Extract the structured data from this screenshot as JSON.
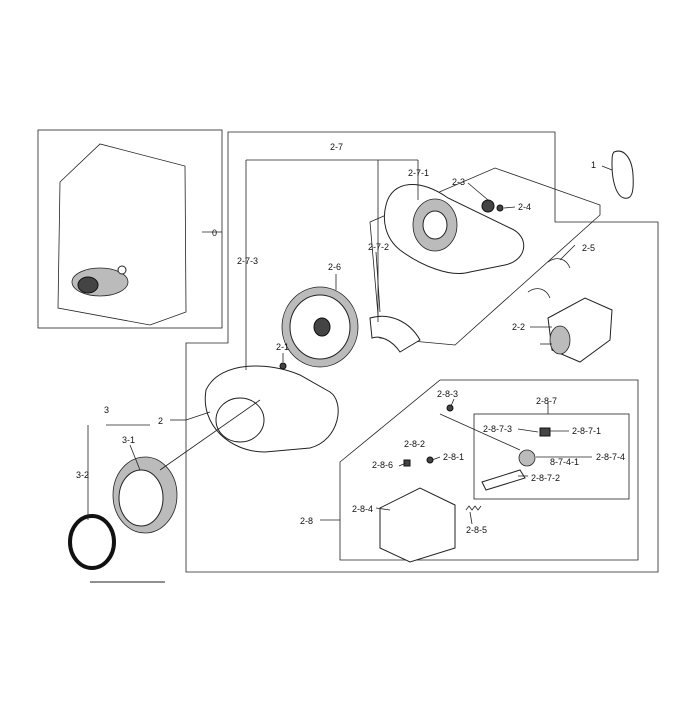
{
  "callouts": {
    "c0": "0",
    "c1": "1",
    "c2": "2",
    "c2_1": "2-1",
    "c2_2": "2-2",
    "c2_3": "2-3",
    "c2_4": "2-4",
    "c2_5": "2-5",
    "c2_6": "2-6",
    "c2_7": "2-7",
    "c2_7_1": "2-7-1",
    "c2_7_2": "2-7-2",
    "c2_7_3": "2-7-3",
    "c2_8": "2-8",
    "c2_8_1": "2-8-1",
    "c2_8_2": "2-8-2",
    "c2_8_3": "2-8-3",
    "c2_8_4": "2-8-4",
    "c2_8_5": "2-8-5",
    "c2_8_6": "2-8-6",
    "c2_8_7": "2-8-7",
    "c2_8_7_1": "2-8-7-1",
    "c2_8_7_2": "2-8-7-2",
    "c2_8_7_3": "2-8-7-3",
    "c2_8_7_4": "2-8-7-4",
    "c8_7_4_1": "8-7-4-1",
    "c3": "3",
    "c3_1": "3-1",
    "c3_2": "3-2"
  }
}
